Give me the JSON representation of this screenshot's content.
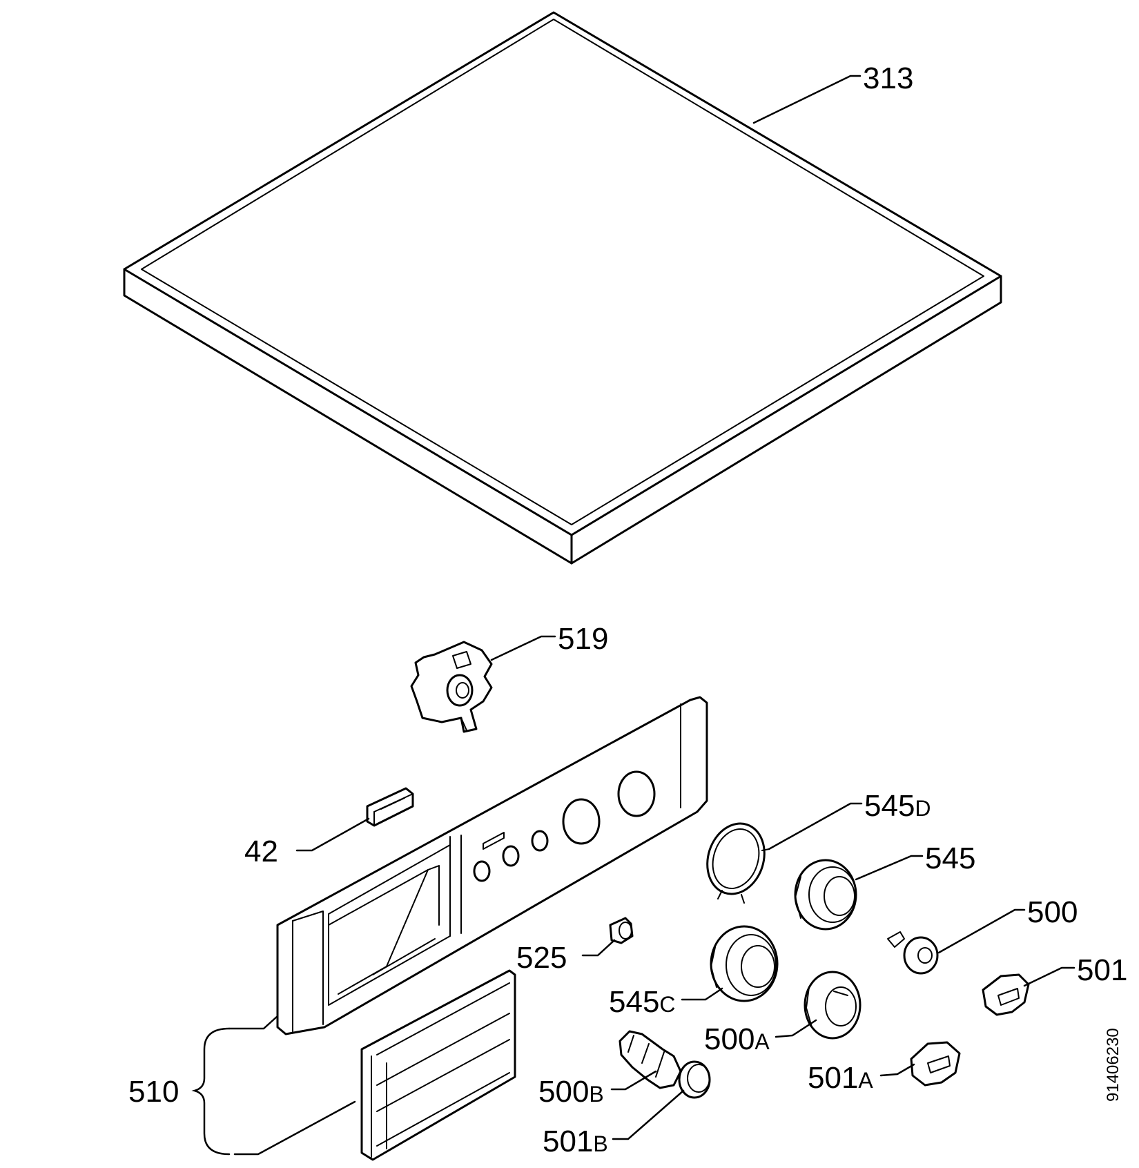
{
  "labels": {
    "p313": "313",
    "p519": "519",
    "p42": "42",
    "p545d": {
      "num": "545",
      "suf": "D"
    },
    "p545": "545",
    "p500": "500",
    "p501": "501",
    "p525": "525",
    "p545c": {
      "num": "545",
      "suf": "C"
    },
    "p500a": {
      "num": "500",
      "suf": "A"
    },
    "p501a": {
      "num": "501",
      "suf": "A"
    },
    "p500b": {
      "num": "500",
      "suf": "B"
    },
    "p501b": {
      "num": "501",
      "suf": "B"
    },
    "p510": "510"
  },
  "document_number": "91406230"
}
